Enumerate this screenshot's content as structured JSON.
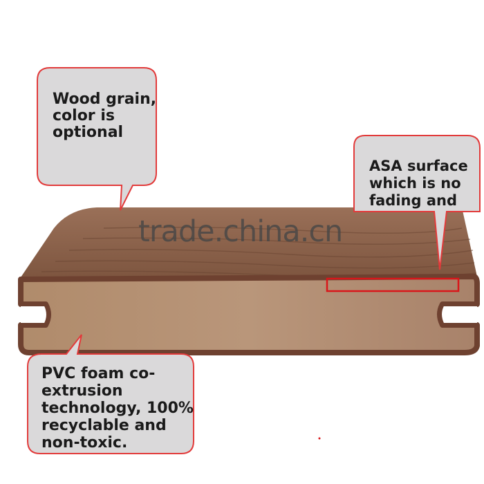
{
  "callouts": {
    "top_left": {
      "lines": [
        "Wood grain,",
        "color is",
        "optional"
      ]
    },
    "right": {
      "lines": [
        "ASA surface",
        "which is no",
        "fading and"
      ]
    },
    "bottom_left": {
      "lines": [
        "PVC foam co-",
        "extrusion",
        "technology, 100%",
        "recyclable and",
        "non-toxic."
      ]
    }
  },
  "watermark": "trade.china.cn",
  "colors": {
    "board_top": "#8a6147",
    "board_face": "#b3906f",
    "board_edge": "#6e4130",
    "bubble_fill": "#dad9da",
    "bubble_border": "#e23a3a",
    "highlight": "#d9161a"
  }
}
